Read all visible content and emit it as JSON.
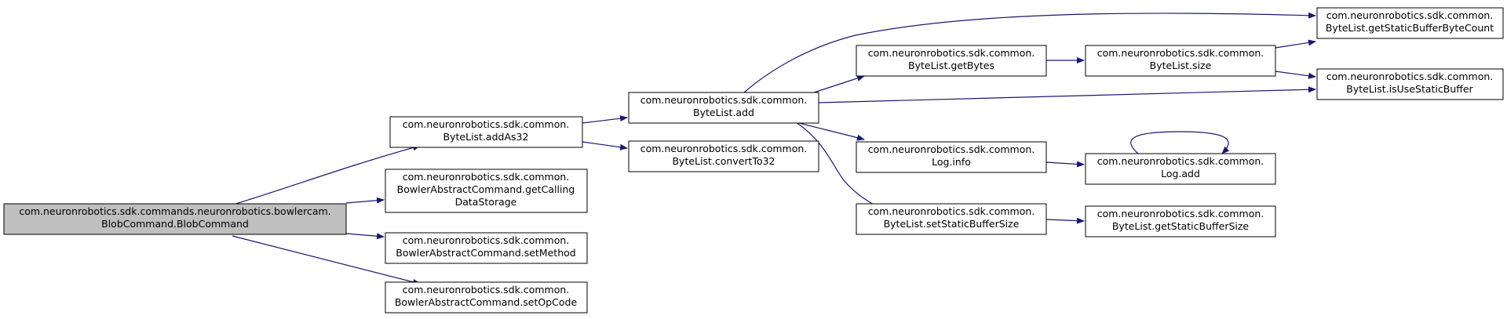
{
  "colors": {
    "edge": "#191970",
    "focus_fill": "#bfbfbf",
    "node_fill": "#ffffff",
    "border": "#000000"
  },
  "nodes": {
    "blobcommand": {
      "lines": [
        "com.neuronrobotics.sdk.commands.neuronrobotics.bowlercam.",
        "BlobCommand.BlobCommand"
      ]
    },
    "addas32": {
      "lines": [
        "com.neuronrobotics.sdk.common.",
        "ByteList.addAs32"
      ]
    },
    "getcallingdatastorage": {
      "lines": [
        "com.neuronrobotics.sdk.common.",
        "BowlerAbstractCommand.getCalling",
        "DataStorage"
      ]
    },
    "setmethod": {
      "lines": [
        "com.neuronrobotics.sdk.common.",
        "BowlerAbstractCommand.setMethod"
      ]
    },
    "setopcode": {
      "lines": [
        "com.neuronrobotics.sdk.common.",
        "BowlerAbstractCommand.setOpCode"
      ]
    },
    "bytelist_add": {
      "lines": [
        "com.neuronrobotics.sdk.common.",
        "ByteList.add"
      ]
    },
    "convertto32": {
      "lines": [
        "com.neuronrobotics.sdk.common.",
        "ByteList.convertTo32"
      ]
    },
    "getbytes": {
      "lines": [
        "com.neuronrobotics.sdk.common.",
        "ByteList.getBytes"
      ]
    },
    "log_info": {
      "lines": [
        "com.neuronrobotics.sdk.common.",
        "Log.info"
      ]
    },
    "setstaticbuffersize": {
      "lines": [
        "com.neuronrobotics.sdk.common.",
        "ByteList.setStaticBufferSize"
      ]
    },
    "size": {
      "lines": [
        "com.neuronrobotics.sdk.common.",
        "ByteList.size"
      ]
    },
    "log_add": {
      "lines": [
        "com.neuronrobotics.sdk.common.",
        "Log.add"
      ]
    },
    "getstaticbuffersize": {
      "lines": [
        "com.neuronrobotics.sdk.common.",
        "ByteList.getStaticBufferSize"
      ]
    },
    "getstaticbufferbytecount": {
      "lines": [
        "com.neuronrobotics.sdk.common.",
        "ByteList.getStaticBufferByteCount"
      ]
    },
    "isusestaticbuffer": {
      "lines": [
        "com.neuronrobotics.sdk.common.",
        "ByteList.isUseStaticBuffer"
      ]
    }
  },
  "edges": [
    {
      "from": "blobcommand",
      "to": "addas32"
    },
    {
      "from": "blobcommand",
      "to": "getcallingdatastorage"
    },
    {
      "from": "blobcommand",
      "to": "setmethod"
    },
    {
      "from": "blobcommand",
      "to": "setopcode"
    },
    {
      "from": "addas32",
      "to": "bytelist_add"
    },
    {
      "from": "addas32",
      "to": "convertto32"
    },
    {
      "from": "bytelist_add",
      "to": "getbytes"
    },
    {
      "from": "bytelist_add",
      "to": "log_info"
    },
    {
      "from": "bytelist_add",
      "to": "setstaticbuffersize"
    },
    {
      "from": "bytelist_add",
      "to": "getstaticbufferbytecount"
    },
    {
      "from": "bytelist_add",
      "to": "isusestaticbuffer"
    },
    {
      "from": "getbytes",
      "to": "size"
    },
    {
      "from": "size",
      "to": "getstaticbufferbytecount"
    },
    {
      "from": "size",
      "to": "isusestaticbuffer"
    },
    {
      "from": "log_info",
      "to": "log_add"
    },
    {
      "from": "log_add",
      "to": "log_add"
    },
    {
      "from": "setstaticbuffersize",
      "to": "getstaticbuffersize"
    }
  ]
}
